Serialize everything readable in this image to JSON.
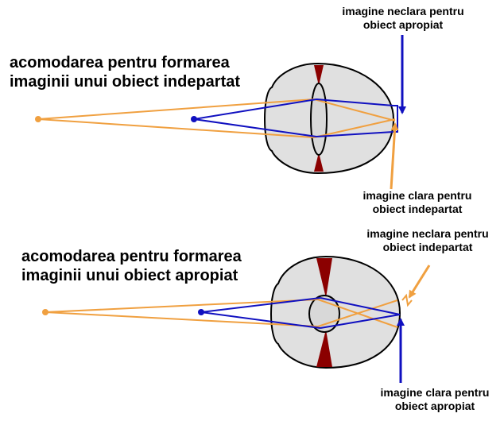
{
  "top_panel": {
    "title_line1": "acomodarea pentru formarea",
    "title_line2": "imaginii unui obiect indepartat",
    "label_blurry_line1": "imagine neclara pentru",
    "label_blurry_line2": "obiect apropiat",
    "label_clear_line1": "imagine clara pentru",
    "label_clear_line2": "obiect indepartat"
  },
  "bottom_panel": {
    "title_line1": "acomodarea pentru formarea",
    "title_line2": "imaginii unui obiect apropiat",
    "label_blurry_line1": "imagine neclara pentru",
    "label_blurry_line2": "obiect indepartat",
    "label_clear_line1": "imagine clara pentru",
    "label_clear_line2": "obiect apropiat"
  },
  "colors": {
    "far_object": "#f0a040",
    "near_object": "#1010c0",
    "eye_fill": "#e0e0e0",
    "iris": "#8b0000",
    "outline": "#000000"
  }
}
